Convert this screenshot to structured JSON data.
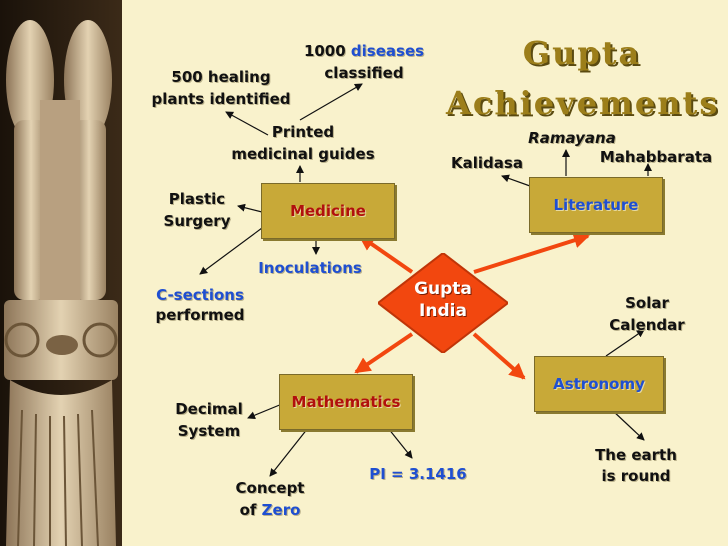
{
  "title": {
    "line1": "Gupta",
    "line2": "Achievements"
  },
  "center": {
    "line1": "Gupta",
    "line2": "India"
  },
  "medicine": {
    "label": "Medicine",
    "printed_line1": "Printed",
    "printed_line2": "medicinal guides",
    "diseases_num": "1000",
    "diseases_word": "diseases",
    "diseases_line2": "classified",
    "healing_line1": "500 healing",
    "healing_line2": "plants identified",
    "plastic_line1": "Plastic",
    "plastic_line2": "Surgery",
    "inoculations": "Inoculations",
    "csections_line1": "C-sections",
    "csections_line2": "performed"
  },
  "literature": {
    "label": "Literature",
    "ramayana": "Ramayana",
    "kalidasa": "Kalidasa",
    "mahabbarata": "Mahabbarata"
  },
  "mathematics": {
    "label": "Mathematics",
    "decimal_line1": "Decimal",
    "decimal_line2": "System",
    "zero_line1": "Concept",
    "zero_of": "of",
    "zero_word": "Zero",
    "pi": "PI = 3.1416"
  },
  "astronomy": {
    "label": "Astronomy",
    "solar_line1": "Solar",
    "solar_line2": "Calendar",
    "earth_line1": "The earth",
    "earth_line2": "is round"
  },
  "colors": {
    "box_fill": "#c8a938",
    "label_red": "#b1100d",
    "accent_blue": "#1f4fd1",
    "center_fill": "#f2470f",
    "title_gold": "#9c7e1a"
  }
}
